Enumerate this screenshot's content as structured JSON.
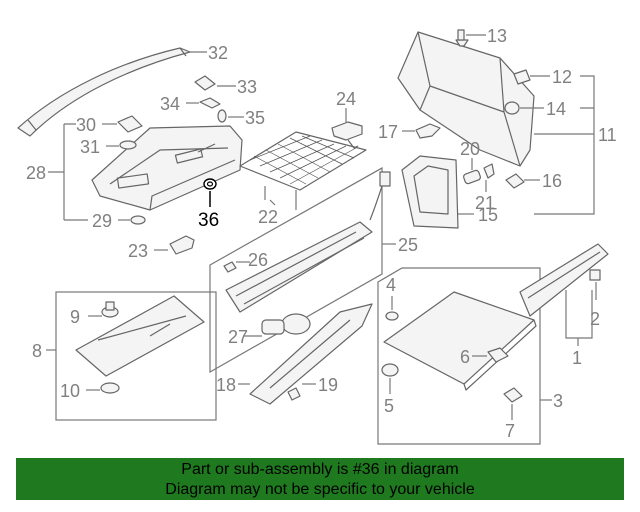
{
  "callouts": {
    "c1": "1",
    "c2": "2",
    "c3": "3",
    "c4": "4",
    "c5": "5",
    "c6": "6",
    "c7": "7",
    "c8": "8",
    "c9": "9",
    "c10": "10",
    "c11": "11",
    "c12": "12",
    "c13": "13",
    "c14": "14",
    "c15": "15",
    "c16": "16",
    "c17": "17",
    "c18": "18",
    "c19": "19",
    "c20": "20",
    "c21": "21",
    "c22": "22",
    "c23": "23",
    "c24": "24",
    "c25": "25",
    "c26": "26",
    "c27": "27",
    "c28": "28",
    "c29": "29",
    "c30": "30",
    "c31": "31",
    "c32": "32",
    "c33": "33",
    "c34": "34",
    "c35": "35",
    "c36": "36"
  },
  "highlighted_part": "36",
  "banner": {
    "line1": "Part or sub-assembly is #36 in diagram",
    "line2": "Diagram may not be specific to your vehicle",
    "color": "#1f7a1f"
  }
}
